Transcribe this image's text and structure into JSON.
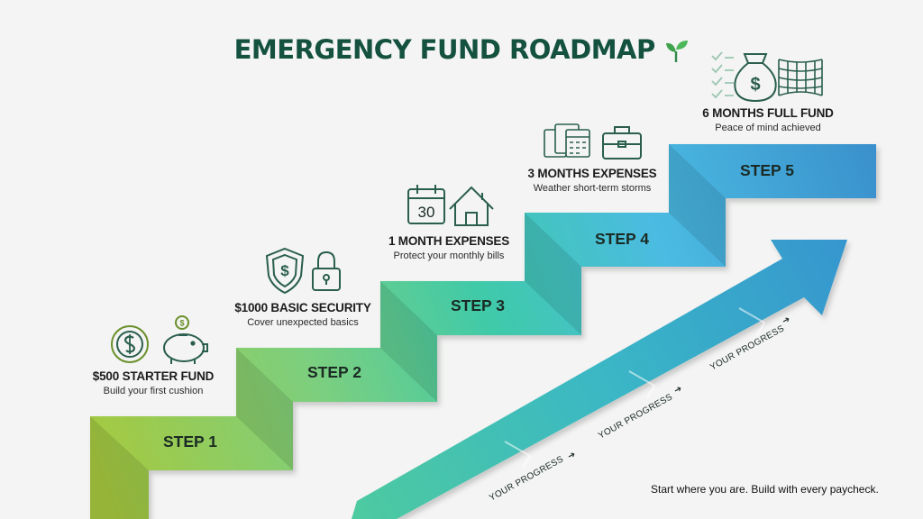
{
  "title": "EMERGENCY FUND ROADMAP",
  "steps": [
    {
      "label": "STEP 1",
      "heading": "$500 STARTER FUND",
      "sub": "Build your first cushion",
      "color": "#a6c93f",
      "icons": [
        "dollar-coin-icon",
        "piggy-bank-icon"
      ]
    },
    {
      "label": "STEP 2",
      "heading": "$1000 BASIC SECURITY",
      "sub": "Cover unexpected basics",
      "color": "#7ccf7f",
      "icons": [
        "shield-dollar-icon",
        "padlock-icon"
      ]
    },
    {
      "label": "STEP 3",
      "heading": "1 MONTH EXPENSES",
      "sub": "Protect your monthly bills",
      "color": "#3fcaa9",
      "icons": [
        "calendar-icon",
        "house-icon"
      ]
    },
    {
      "label": "STEP 4",
      "heading": "3 MONTHS EXPENSES",
      "sub": "Weather short-term storms",
      "color": "#4bbbe2",
      "icons": [
        "calendars-icon",
        "briefcase-icon"
      ]
    },
    {
      "label": "STEP 5",
      "heading": "6 MONTHS FULL FUND",
      "sub": "Peace of mind achieved",
      "color": "#3a90cc",
      "icons": [
        "checklist-icon",
        "money-bag-icon",
        "safety-net-icon"
      ]
    }
  ],
  "calendar_day": "30",
  "progress_label": "YOUR PROGRESS",
  "footer": "Start where you are. Build with every paycheck.",
  "colors": {
    "title": "#14513f",
    "icon_stroke": "#2a5e4e",
    "icon_accent": "#2f8a4a",
    "background": "#f3f4f3"
  }
}
